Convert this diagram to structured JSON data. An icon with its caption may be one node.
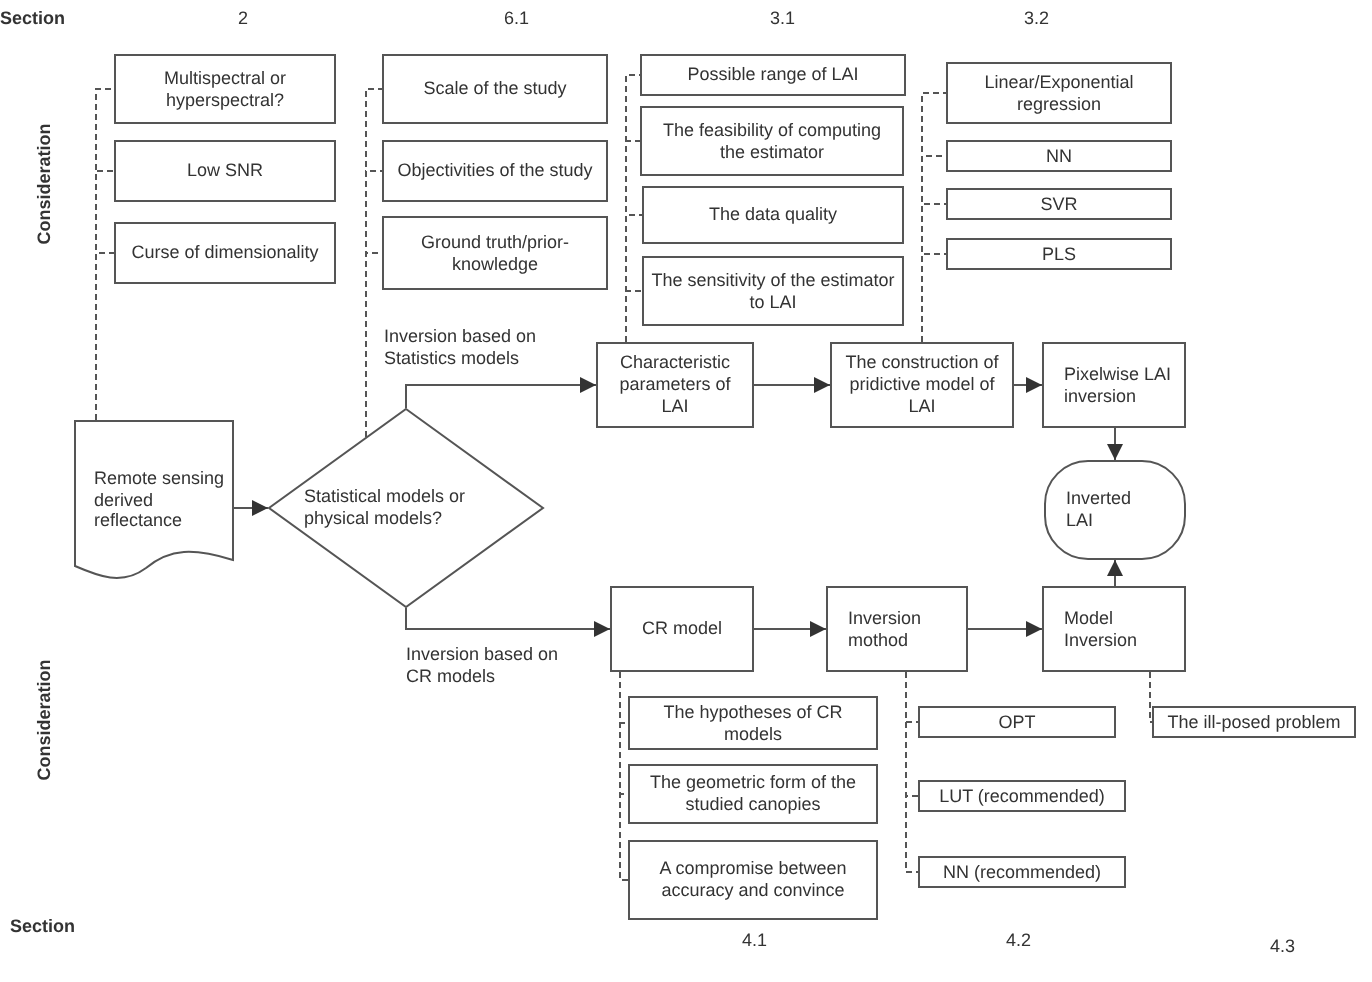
{
  "diagram": {
    "nodes": [
      {
        "text": [
          "Multispectral or hyperspectral?"
        ]
      },
      {
        "text": [
          "Low SNR"
        ]
      },
      {
        "text": [
          "Curse of dimensionality"
        ]
      },
      {
        "text": [
          "Scale of the study"
        ]
      },
      {
        "text": [
          "Objectivities of the study"
        ]
      },
      {
        "text": [
          "Ground truth/prior-knowledge"
        ]
      },
      {
        "text": [
          "Possible range of LAI"
        ]
      },
      {
        "text": [
          "The  feasibility of computing the estimator"
        ]
      },
      {
        "text": [
          "The data quality"
        ]
      },
      {
        "text": [
          "The sensitivity of the estimator to LAI"
        ]
      },
      {
        "text": [
          "Linear/Exponential regression"
        ]
      },
      {
        "text": [
          "NN"
        ]
      },
      {
        "text": [
          "SVR"
        ]
      },
      {
        "text": [
          "PLS"
        ]
      },
      {
        "text": [
          "Remote sensing derived reflectance"
        ]
      },
      {
        "text": [
          "Statistical models or physical models?"
        ]
      },
      {
        "text": [
          "Characteristic parameters of LAI"
        ]
      },
      {
        "text": [
          "The construction of pridictive model of LAI"
        ]
      },
      {
        "text": [
          "Pixelwise LAI inversion"
        ]
      },
      {
        "text": [
          "Inverted LAI"
        ]
      },
      {
        "text": [
          "CR model"
        ]
      },
      {
        "text": [
          "Inversion mothod"
        ]
      },
      {
        "text": [
          "Model Inversion"
        ]
      },
      {
        "text": [
          "The hypotheses of CR models"
        ]
      },
      {
        "text": [
          "The geometric form of the studied canopies"
        ]
      },
      {
        "text": [
          "A compromise between accuracy and convince"
        ]
      },
      {
        "text": [
          "OPT"
        ]
      },
      {
        "text": [
          "LUT (recommended)"
        ]
      },
      {
        "text": [
          "NN (recommended)"
        ]
      },
      {
        "text": [
          "The ill-posed problem"
        ]
      }
    ],
    "edges": [
      {
        "from": 14,
        "to": 15,
        "arrow": "to"
      },
      {
        "from": 15,
        "to": 16,
        "arrow": "to",
        "label": "Inversion based  on Statistics models"
      },
      {
        "from": 16,
        "to": 17,
        "arrow": "to"
      },
      {
        "from": 17,
        "to": 18,
        "arrow": "to"
      },
      {
        "from": 18,
        "to": 19,
        "arrow": "to"
      },
      {
        "from": 15,
        "to": 20,
        "arrow": "to",
        "label": "Inversion based  on CR models"
      },
      {
        "from": 20,
        "to": 21,
        "arrow": "to"
      },
      {
        "from": 21,
        "to": 22,
        "arrow": "to"
      },
      {
        "from": 22,
        "to": 19,
        "arrow": "to"
      },
      {
        "from": 14,
        "to": 0,
        "arrow": "none",
        "style": "dashed"
      },
      {
        "from": 14,
        "to": 1,
        "arrow": "none",
        "style": "dashed"
      },
      {
        "from": 14,
        "to": 2,
        "arrow": "none",
        "style": "dashed"
      },
      {
        "from": 15,
        "to": 3,
        "arrow": "none",
        "style": "dashed"
      },
      {
        "from": 15,
        "to": 4,
        "arrow": "none",
        "style": "dashed"
      },
      {
        "from": 15,
        "to": 5,
        "arrow": "none",
        "style": "dashed"
      },
      {
        "from": 16,
        "to": 6,
        "arrow": "none",
        "style": "dashed"
      },
      {
        "from": 16,
        "to": 7,
        "arrow": "none",
        "style": "dashed"
      },
      {
        "from": 16,
        "to": 8,
        "arrow": "none",
        "style": "dashed"
      },
      {
        "from": 16,
        "to": 9,
        "arrow": "none",
        "style": "dashed"
      },
      {
        "from": 17,
        "to": 10,
        "arrow": "none",
        "style": "dashed"
      },
      {
        "from": 17,
        "to": 11,
        "arrow": "none",
        "style": "dashed"
      },
      {
        "from": 17,
        "to": 12,
        "arrow": "none",
        "style": "dashed"
      },
      {
        "from": 17,
        "to": 13,
        "arrow": "none",
        "style": "dashed"
      },
      {
        "from": 20,
        "to": 23,
        "arrow": "none",
        "style": "dashed"
      },
      {
        "from": 20,
        "to": 24,
        "arrow": "none",
        "style": "dashed"
      },
      {
        "from": 20,
        "to": 25,
        "arrow": "none",
        "style": "dashed"
      },
      {
        "from": 21,
        "to": 26,
        "arrow": "none",
        "style": "dashed"
      },
      {
        "from": 21,
        "to": 27,
        "arrow": "none",
        "style": "dashed"
      },
      {
        "from": 21,
        "to": 28,
        "arrow": "none",
        "style": "dashed"
      },
      {
        "from": 22,
        "to": 29,
        "arrow": "none",
        "style": "dashed"
      }
    ],
    "labels": [
      "Section",
      "2",
      "6.1",
      "3.1",
      "3.2",
      "Consideration",
      "Consideration",
      "Section",
      "4.1",
      "4.2",
      "4.3"
    ]
  }
}
